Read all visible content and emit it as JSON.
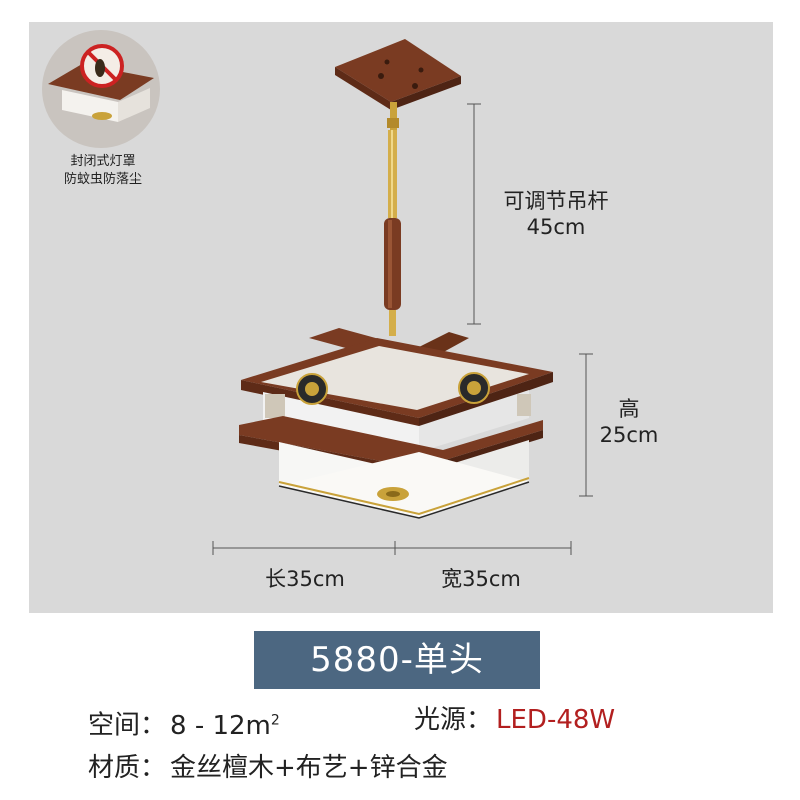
{
  "badge": {
    "caption_line1": "封闭式灯罩",
    "caption_line2": "防蚊虫防落尘"
  },
  "dimensions": {
    "rod_label": "可调节吊杆",
    "rod_value": "45cm",
    "height_label": "高",
    "height_value": "25cm",
    "length": "长35cm",
    "width": "宽35cm"
  },
  "model": "5880-单头",
  "specs": {
    "space_label": "空间：",
    "space_value": "8 - 12m",
    "space_sup": "2",
    "light_label": "光源：",
    "light_value": "LED-48W",
    "material_label": "材质：",
    "material_value": "金丝檀木+布艺+锌合金"
  },
  "colors": {
    "panel_bg": "#d9d9d9",
    "banner_bg": "#4c6781",
    "wood": "#7a3b22",
    "brass": "#c9a23a",
    "light_value_red": "#b21f1f"
  }
}
